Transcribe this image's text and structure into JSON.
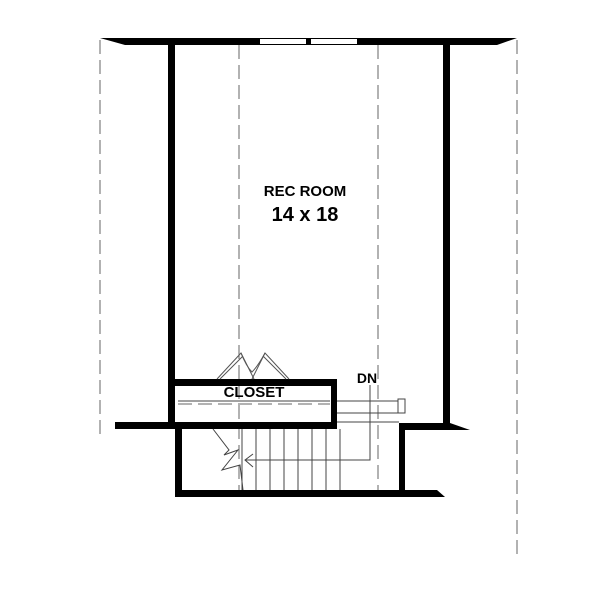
{
  "rooms": {
    "rec_room": {
      "name": "REC ROOM",
      "size": "14 x 18"
    },
    "closet": {
      "name": "CLOSET"
    }
  },
  "stairs": {
    "direction_label": "DN"
  },
  "colors": {
    "wall": "#000000",
    "background": "#ffffff",
    "line": "#555555"
  }
}
